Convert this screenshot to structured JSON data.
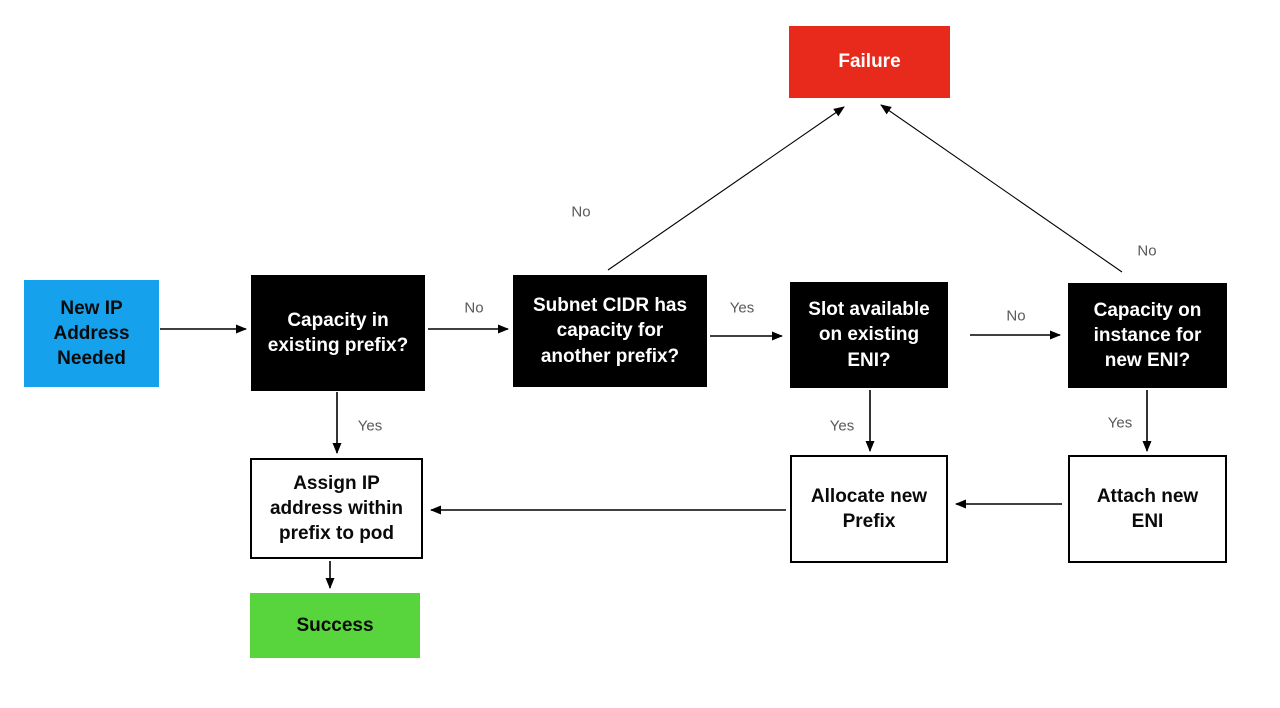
{
  "diagram": {
    "nodes": {
      "start": {
        "label": "New IP Address Needed",
        "kind": "start",
        "color": "#16a1ec"
      },
      "q_capacity_prefix": {
        "label": "Capacity in existing prefix?",
        "kind": "decision",
        "color": "#000000"
      },
      "q_subnet_cidr": {
        "label": "Subnet CIDR has capacity for another prefix?",
        "kind": "decision",
        "color": "#000000"
      },
      "q_slot_eni": {
        "label": "Slot available on existing ENI?",
        "kind": "decision",
        "color": "#000000"
      },
      "q_capacity_eni": {
        "label": "Capacity on instance for new ENI?",
        "kind": "decision",
        "color": "#000000"
      },
      "failure": {
        "label": "Failure",
        "kind": "terminal",
        "color": "#e72a1c"
      },
      "assign_ip": {
        "label": "Assign IP address within prefix to pod",
        "kind": "process",
        "color": "#ffffff"
      },
      "allocate_prefix": {
        "label": "Allocate new Prefix",
        "kind": "process",
        "color": "#ffffff"
      },
      "attach_eni": {
        "label": "Attach new ENI",
        "kind": "process",
        "color": "#ffffff"
      },
      "success": {
        "label": "Success",
        "kind": "terminal",
        "color": "#58d43c"
      }
    },
    "edges": [
      {
        "from": "start",
        "to": "q_capacity_prefix",
        "label": ""
      },
      {
        "from": "q_capacity_prefix",
        "to": "q_subnet_cidr",
        "label": "No"
      },
      {
        "from": "q_subnet_cidr",
        "to": "q_slot_eni",
        "label": "Yes"
      },
      {
        "from": "q_slot_eni",
        "to": "q_capacity_eni",
        "label": "No"
      },
      {
        "from": "q_subnet_cidr",
        "to": "failure",
        "label": "No"
      },
      {
        "from": "q_capacity_eni",
        "to": "failure",
        "label": "No"
      },
      {
        "from": "q_capacity_prefix",
        "to": "assign_ip",
        "label": "Yes"
      },
      {
        "from": "q_slot_eni",
        "to": "allocate_prefix",
        "label": "Yes"
      },
      {
        "from": "q_capacity_eni",
        "to": "attach_eni",
        "label": "Yes"
      },
      {
        "from": "attach_eni",
        "to": "allocate_prefix",
        "label": ""
      },
      {
        "from": "allocate_prefix",
        "to": "assign_ip",
        "label": ""
      },
      {
        "from": "assign_ip",
        "to": "success",
        "label": ""
      }
    ],
    "colors": {
      "node_blue": "#16a1ec",
      "node_black": "#000000",
      "node_red": "#e72a1c",
      "node_green": "#58d43c",
      "node_white": "#ffffff",
      "edge_label_gray": "#595959",
      "line_black": "#000000"
    }
  }
}
